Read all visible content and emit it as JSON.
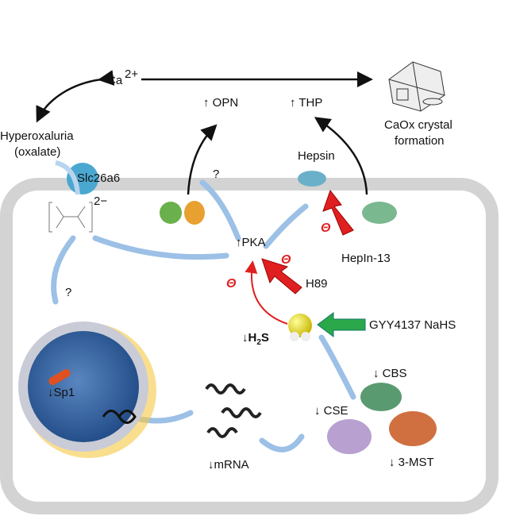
{
  "labels": {
    "calcium": "Ca",
    "calcium_charge": "2+",
    "opn": "↑ OPN",
    "thp": "↑ THP",
    "caox_line1": "CaOx crystal",
    "caox_line2": "formation",
    "hyperoxaluria": "Hyperoxaluria",
    "oxalate": "(oxalate)",
    "transporter": "Slc26a6",
    "oxalate_charge": "2−",
    "question1": "?",
    "question2": "?",
    "hepsin": "Hepsin",
    "pka": "↑PKA",
    "hepin13": "HepIn-13",
    "h89": "H89",
    "h2s_prefix": "↓",
    "h2s": "H",
    "h2s_sub": "2",
    "h2s_suffix": "S",
    "donors": "GYY4137   NaHS",
    "sp1": "↓Sp1",
    "mrna": "↓mRNA",
    "cse": "↓ CSE",
    "cbs": "↓ CBS",
    "mst": "↓ 3-MST",
    "inhibit_symbol": "Θ"
  },
  "colors": {
    "inhibition": "#e02020",
    "donor_arrow": "#2aa84a",
    "flow_arrow": "#b9d4ef",
    "cell_border": "#d0d0d0",
    "nucleus": "#2d5c9a"
  }
}
